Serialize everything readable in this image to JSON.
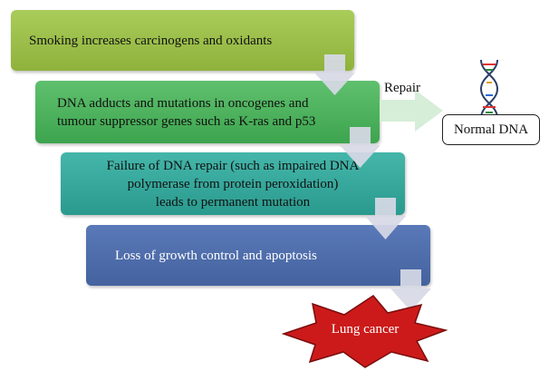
{
  "steps": [
    {
      "lines": [
        "Smoking increases carcinogens and oxidants"
      ]
    },
    {
      "lines": [
        "DNA adducts and mutations in oncogenes and",
        "tumour suppressor genes such as K-ras and p53"
      ]
    },
    {
      "lines": [
        "Failure of DNA repair (such as impaired DNA",
        "polymerase from protein peroxidation)",
        "leads to permanent mutation"
      ]
    },
    {
      "lines": [
        "Loss of growth control and apoptosis"
      ]
    }
  ],
  "repair": {
    "label": "Repair",
    "target": "Normal DNA"
  },
  "outcome": "Lung cancer",
  "icons": {
    "dna": "dna-helix-icon"
  },
  "colors": {
    "step1": "#9bbf4a",
    "step2": "#4cb35d",
    "step3": "#37a99d",
    "step4": "#4f6eae",
    "arrow": "#d7d9e6",
    "repair_arrow": "#d6eed8",
    "burst_fill": "#cc1a1a",
    "burst_stroke": "#7a0d0d"
  }
}
